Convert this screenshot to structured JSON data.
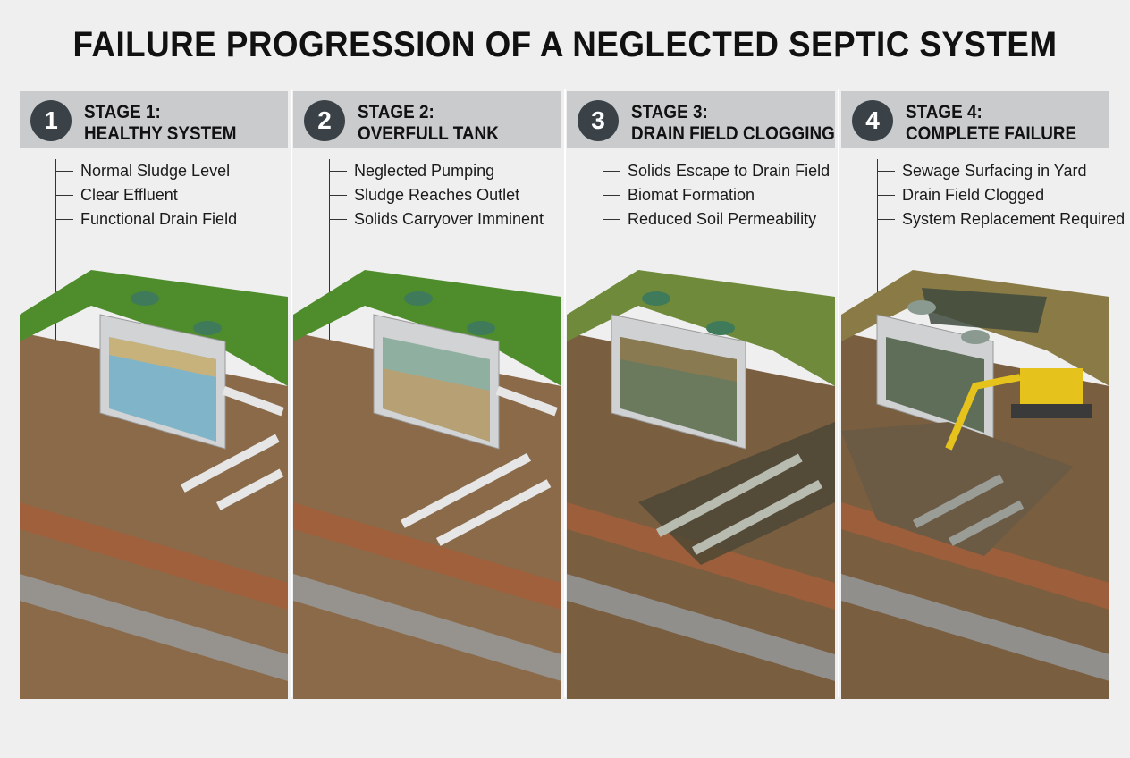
{
  "title": "FAILURE PROGRESSION OF A NEGLECTED SEPTIC SYSTEM",
  "stages": [
    {
      "number": "1",
      "label_line1": "STAGE 1:",
      "label_line2": "HEALTHY SYSTEM",
      "bullets": [
        "Normal Sludge Level",
        "Clear Effluent",
        "Functional Drain Field"
      ],
      "grass": "#4f8d2c",
      "water": "#7fb4c9",
      "sludge": "#c7b27c"
    },
    {
      "number": "2",
      "label_line1": "STAGE 2:",
      "label_line2": "OVERFULL TANK",
      "bullets": [
        "Neglected Pumping",
        "Sludge Reaches Outlet",
        "Solids Carryover Imminent"
      ],
      "grass": "#4f8d2c",
      "water": "#8fb0a0",
      "sludge": "#b7a073"
    },
    {
      "number": "3",
      "label_line1": "STAGE 3:",
      "label_line2": "DRAIN FIELD CLOGGING",
      "bullets": [
        "Solids Escape to Drain Field",
        "Biomat Formation",
        "Reduced Soil Permeability"
      ],
      "grass": "#6f8a3a",
      "water": "#6b7a5c",
      "sludge": "#8a7a52"
    },
    {
      "number": "4",
      "label_line1": "STAGE 4:",
      "label_line2": "COMPLETE FAILURE",
      "bullets": [
        "Sewage Surfacing in Yard",
        "Drain Field Clogged",
        "System Replacement Required"
      ],
      "grass": "#8a7a45",
      "water": "#5f6e58",
      "sludge": "#6e6448"
    }
  ]
}
